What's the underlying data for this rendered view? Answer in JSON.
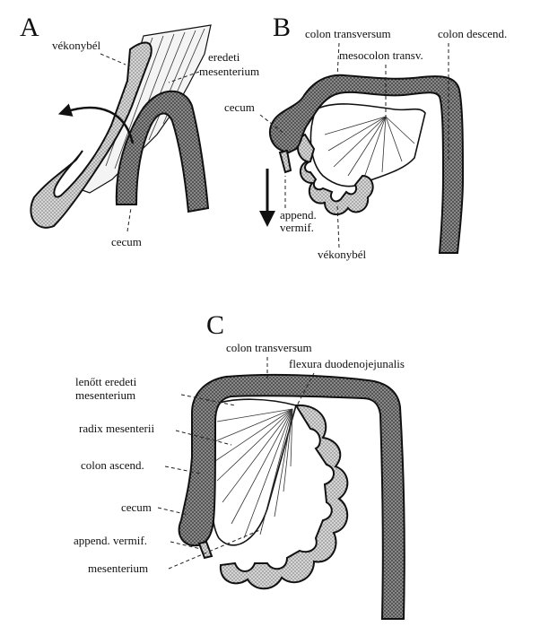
{
  "panels": {
    "a": {
      "letter": "A",
      "labels": {
        "small_intestine": "vékonybél",
        "orig_mesentery_1": "eredeti",
        "orig_mesentery_2": "mesenterium",
        "cecum": "cecum"
      }
    },
    "b": {
      "letter": "B",
      "labels": {
        "colon_transversum": "colon transversum",
        "colon_descend": "colon descend.",
        "mesocolon": "mesocolon transv.",
        "cecum": "cecum",
        "append_1": "append.",
        "append_2": "vermif.",
        "small_intestine": "vékonybél"
      }
    },
    "c": {
      "letter": "C",
      "labels": {
        "colon_transversum": "colon transversum",
        "flexura": "flexura duodenojejunalis",
        "grown_mes_1": "lenőtt eredeti",
        "grown_mes_2": "mesenterium",
        "radix": "radix mesenterii",
        "colon_ascend": "colon ascend.",
        "cecum": "cecum",
        "append": "append. vermif.",
        "mesenterium": "mesenterium"
      }
    }
  },
  "colors": {
    "ink": "#111111",
    "colon_fill": "#6a6a6a",
    "small_intestine_fill": "#b8b8b8",
    "background": "#ffffff"
  }
}
